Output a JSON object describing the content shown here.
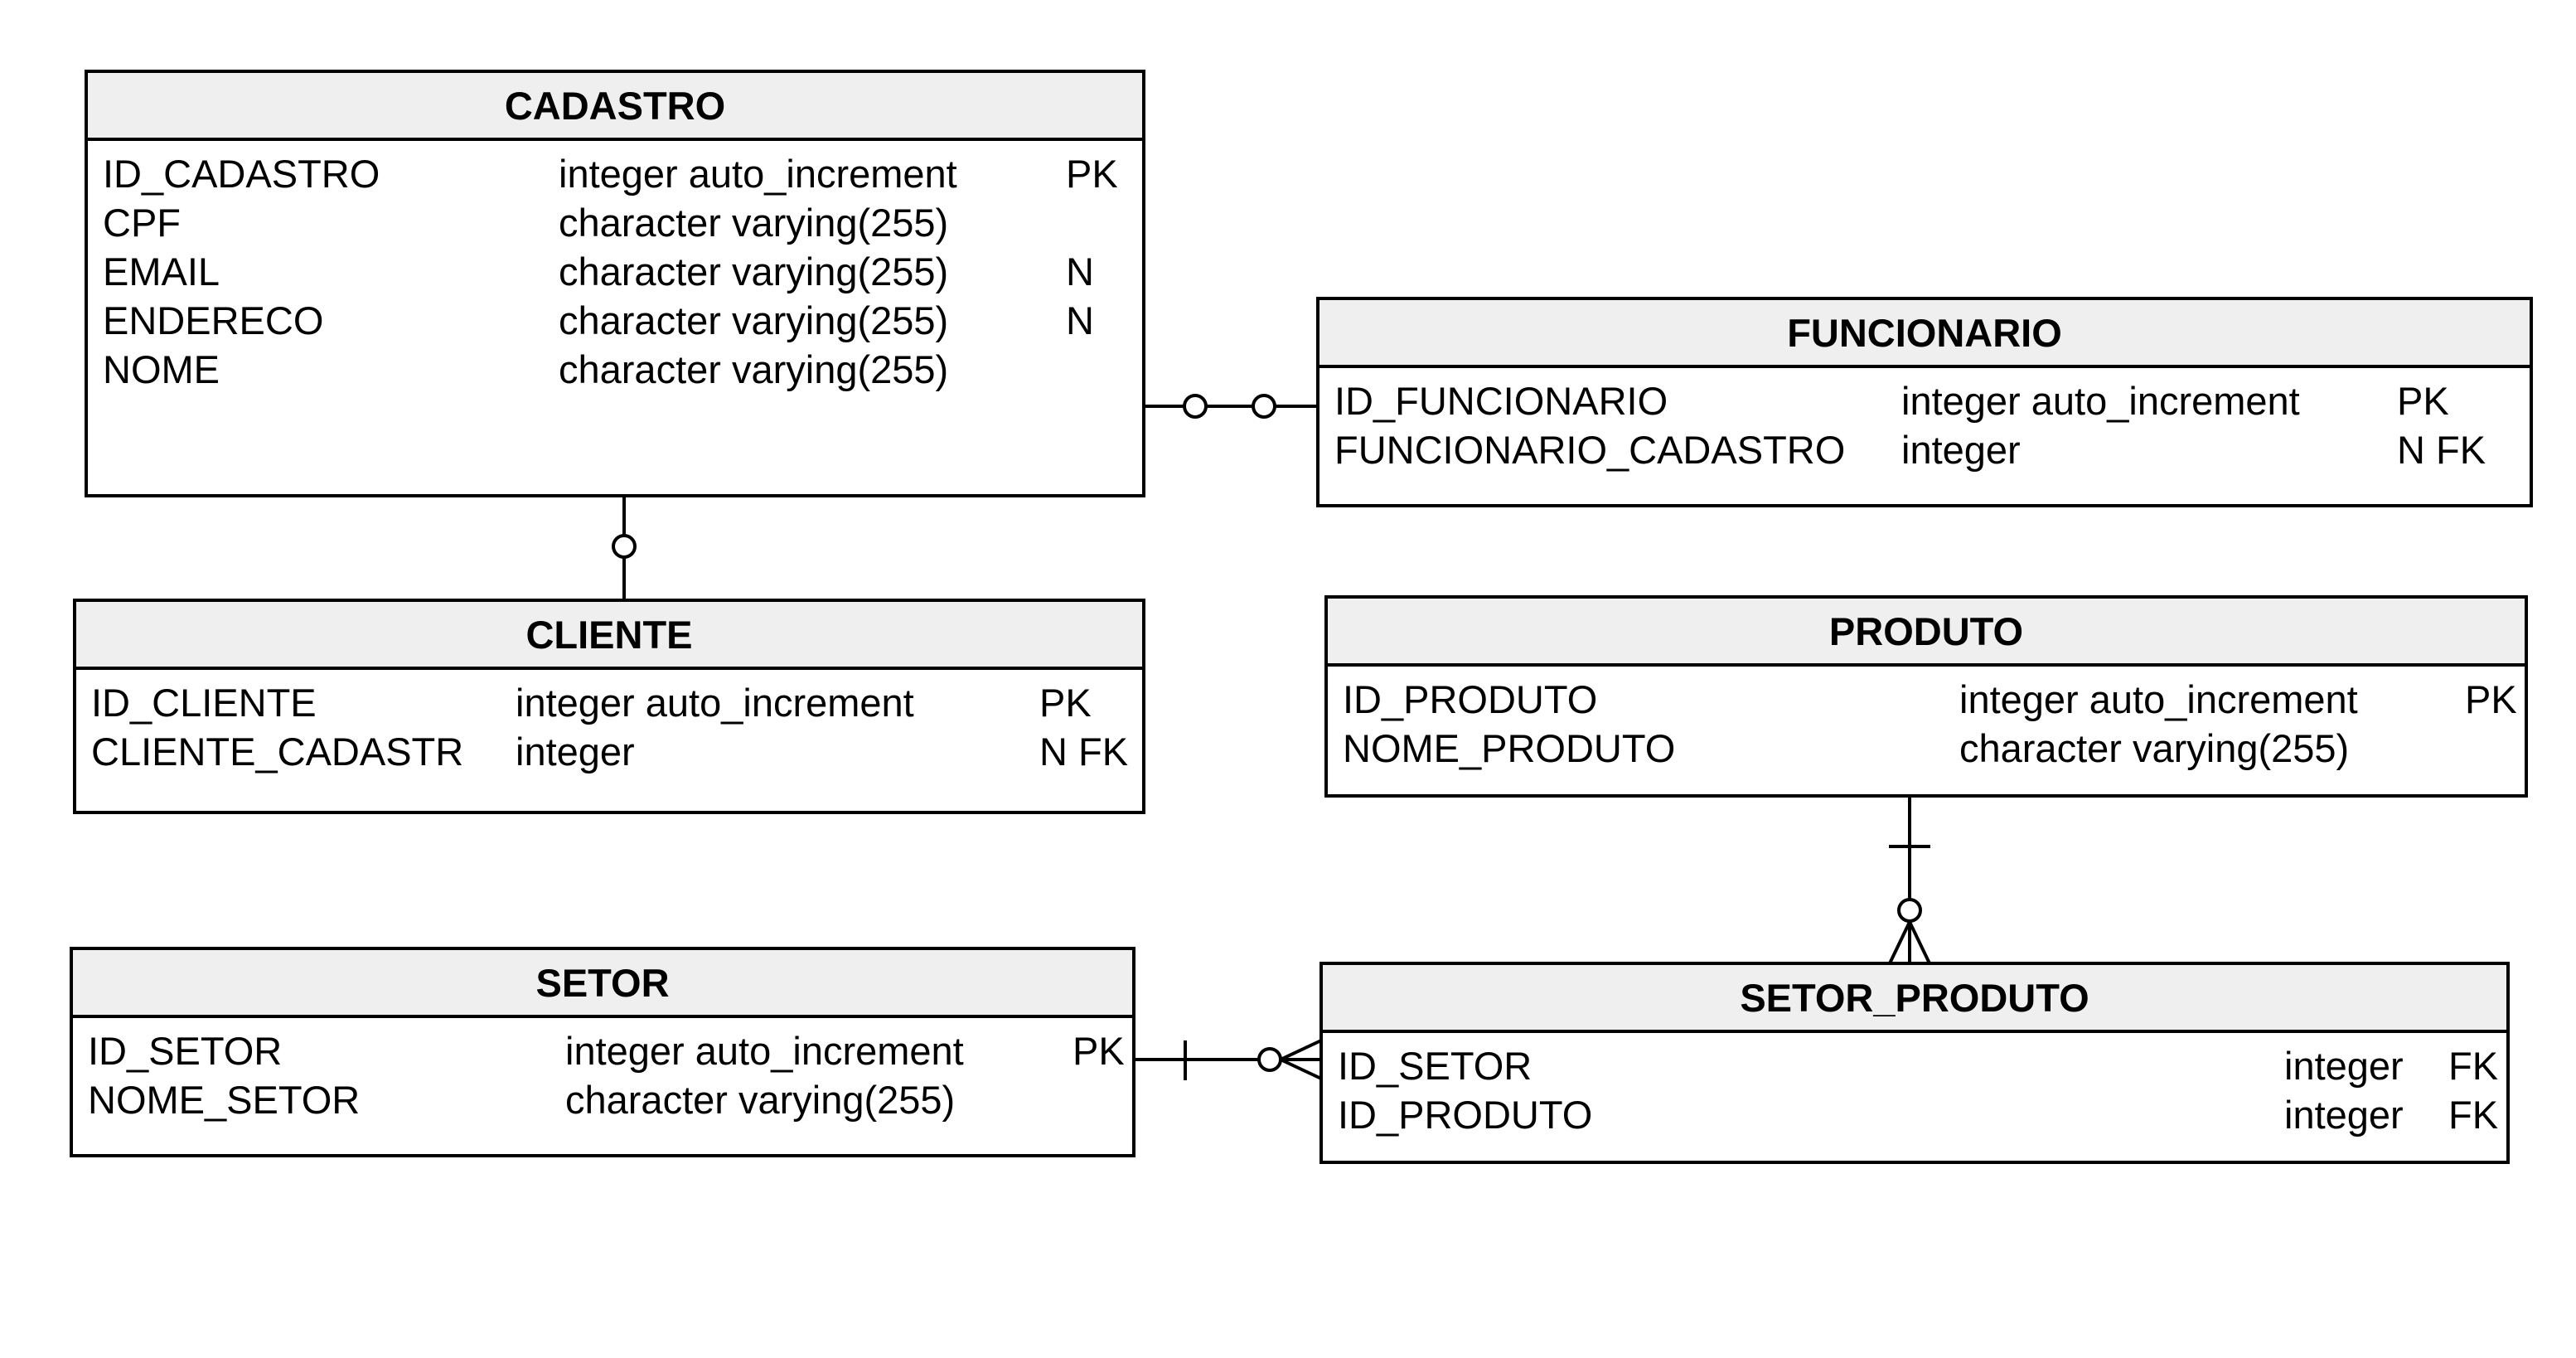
{
  "entities": {
    "cadastro": {
      "title": "CADASTRO",
      "attributes": [
        {
          "name": "ID_CADASTRO",
          "type": "integer auto_increment",
          "key": "PK"
        },
        {
          "name": "CPF",
          "type": "character varying(255)",
          "key": ""
        },
        {
          "name": "EMAIL",
          "type": "character varying(255)",
          "key": "N"
        },
        {
          "name": "ENDERECO",
          "type": "character varying(255)",
          "key": "N"
        },
        {
          "name": "NOME",
          "type": "character varying(255)",
          "key": ""
        }
      ]
    },
    "funcionario": {
      "title": "FUNCIONARIO",
      "attributes": [
        {
          "name": "ID_FUNCIONARIO",
          "type": "integer auto_increment",
          "key": "PK"
        },
        {
          "name": "FUNCIONARIO_CADASTRO",
          "type": "integer",
          "key": "N FK"
        }
      ]
    },
    "cliente": {
      "title": "CLIENTE",
      "attributes": [
        {
          "name": "ID_CLIENTE",
          "type": "integer auto_increment",
          "key": "PK"
        },
        {
          "name": "CLIENTE_CADASTR",
          "type": "integer",
          "key": "N FK"
        }
      ]
    },
    "produto": {
      "title": "PRODUTO",
      "attributes": [
        {
          "name": "ID_PRODUTO",
          "type": "integer auto_increment",
          "key": "PK"
        },
        {
          "name": "NOME_PRODUTO",
          "type": "character varying(255)",
          "key": ""
        }
      ]
    },
    "setor": {
      "title": "SETOR",
      "attributes": [
        {
          "name": "ID_SETOR",
          "type": "integer auto_increment",
          "key": "PK"
        },
        {
          "name": "NOME_SETOR",
          "type": "character varying(255)",
          "key": ""
        }
      ]
    },
    "setor_produto": {
      "title": "SETOR_PRODUTO",
      "attributes": [
        {
          "name": "ID_SETOR",
          "type": "integer",
          "key": "FK"
        },
        {
          "name": "ID_PRODUTO",
          "type": "integer",
          "key": "FK"
        }
      ]
    }
  },
  "relationships": [
    {
      "from": "CADASTRO",
      "to": "FUNCIONARIO",
      "from_end": "zero-or-one",
      "to_end": "zero-or-one"
    },
    {
      "from": "CADASTRO",
      "to": "CLIENTE",
      "from_end": "one",
      "to_end": "zero-or-one"
    },
    {
      "from": "PRODUTO",
      "to": "SETOR_PRODUTO",
      "from_end": "exactly-one",
      "to_end": "zero-or-many"
    },
    {
      "from": "SETOR",
      "to": "SETOR_PRODUTO",
      "from_end": "exactly-one",
      "to_end": "zero-or-many"
    }
  ]
}
